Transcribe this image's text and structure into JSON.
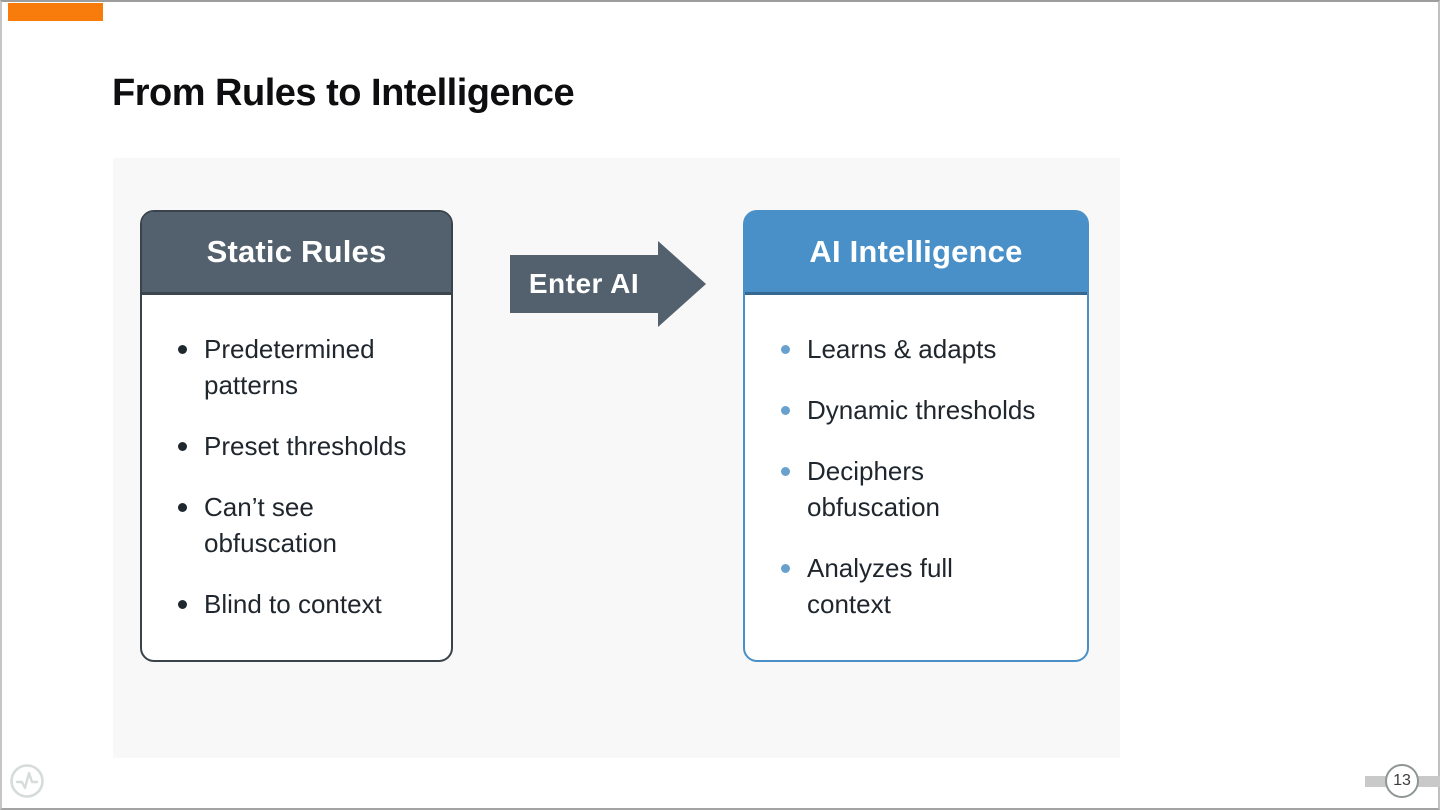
{
  "slide": {
    "title": "From Rules to Intelligence",
    "accent_color": "#F77C0B"
  },
  "comparison": {
    "left_card": {
      "title": "Static Rules",
      "header_color": "#52616D",
      "border_color": "#39434B",
      "bullet_color": "#20282F",
      "items": [
        "Predetermined\npatterns",
        "Preset thresholds",
        "Can’t see\nobfuscation",
        "Blind to context"
      ]
    },
    "arrow": {
      "label": "Enter AI",
      "color": "#53616E"
    },
    "right_card": {
      "title": "AI Intelligence",
      "header_color": "#4A90C8",
      "border_color": "#4A90C8",
      "bullet_color": "#68A1CE",
      "items": [
        "Learns & adapts",
        "Dynamic thresholds",
        "Deciphers\nobfuscation",
        "Analyzes full\ncontext"
      ]
    }
  },
  "footer": {
    "logo_icon": "pulse-logo-icon",
    "page_number": "13"
  }
}
